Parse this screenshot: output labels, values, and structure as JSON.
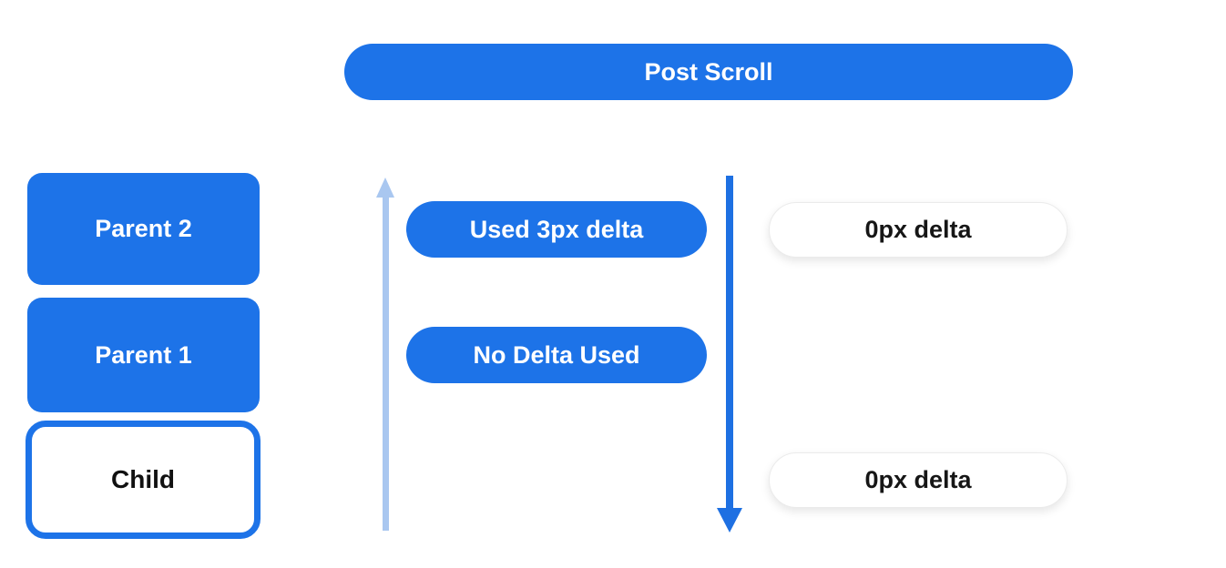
{
  "diagram": {
    "title": "Post Scroll",
    "left_column": {
      "boxes": [
        {
          "label": "Parent 2",
          "style": "filled"
        },
        {
          "label": "Parent 1",
          "style": "filled"
        },
        {
          "label": "Child",
          "style": "outlined"
        }
      ]
    },
    "middle_column": {
      "pills": [
        {
          "label": "Used 3px delta"
        },
        {
          "label": "No Delta Used"
        }
      ]
    },
    "right_column": {
      "pills": [
        {
          "label": "0px delta"
        },
        {
          "label": "0px delta"
        }
      ]
    },
    "arrows": [
      {
        "name": "up-arrow",
        "direction": "up",
        "color": "#A9C7F0"
      },
      {
        "name": "down-arrow",
        "direction": "down",
        "color": "#1E70E2"
      }
    ],
    "colors": {
      "primary_blue": "#1D73E8",
      "light_blue": "#A9C7F0",
      "arrow_blue": "#1E70E2",
      "background": "#FFFFFF",
      "text_on_blue": "#FFFFFF",
      "text_dark": "#111111"
    }
  }
}
